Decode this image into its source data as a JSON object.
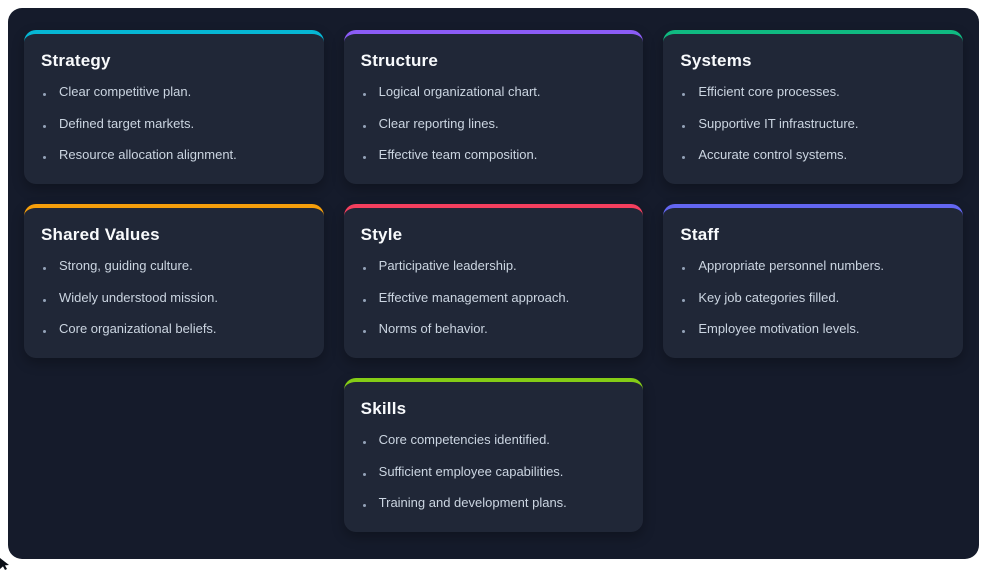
{
  "page": {
    "outer_background": "#ffffff",
    "container_background": "#151b2b",
    "card_background": "#202737",
    "title_color": "#f8fafc",
    "body_text_color": "#cbd5e1",
    "bullet_color": "#94a3b8"
  },
  "cards": [
    {
      "id": "strategy",
      "title": "Strategy",
      "accent": "#06b6d4",
      "items": [
        "Clear competitive plan.",
        "Defined target markets.",
        "Resource allocation alignment."
      ]
    },
    {
      "id": "structure",
      "title": "Structure",
      "accent": "#8b5cf6",
      "items": [
        "Logical organizational chart.",
        "Clear reporting lines.",
        "Effective team composition."
      ]
    },
    {
      "id": "systems",
      "title": "Systems",
      "accent": "#10b981",
      "items": [
        "Efficient core processes.",
        "Supportive IT infrastructure.",
        "Accurate control systems."
      ]
    },
    {
      "id": "shared-values",
      "title": "Shared Values",
      "accent": "#f59e0b",
      "items": [
        "Strong, guiding culture.",
        "Widely understood mission.",
        "Core organizational beliefs."
      ]
    },
    {
      "id": "style",
      "title": "Style",
      "accent": "#f43f5e",
      "items": [
        "Participative leadership.",
        "Effective management approach.",
        "Norms of behavior."
      ]
    },
    {
      "id": "staff",
      "title": "Staff",
      "accent": "#6366f1",
      "items": [
        "Appropriate personnel numbers.",
        "Key job categories filled.",
        "Employee motivation levels."
      ]
    },
    {
      "id": "skills",
      "title": "Skills",
      "accent": "#84cc16",
      "items": [
        "Core competencies identified.",
        "Sufficient employee capabilities.",
        "Training and development plans."
      ]
    }
  ]
}
